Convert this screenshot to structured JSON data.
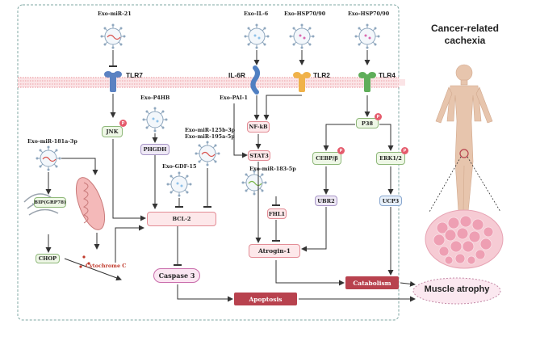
{
  "exosomes": {
    "mir21": "Exo-miR-21",
    "il6": "Exo-IL-6",
    "hsp_a": "Exo-HSP70/90",
    "hsp_b": "Exo-HSP70/90",
    "p4hb": "Exo-P4HB",
    "pai1": "Exo-PAI-1",
    "mir125b": "Exo-miR-125b-3p",
    "mir195a": "Exo-miR-195a-5p",
    "gdf15": "Exo-GDF-15",
    "mir181a": "Exo-miR-181a-3p",
    "mir183": "Exo-miR-183-5p"
  },
  "receptors": {
    "tlr7": "TLR7",
    "il6r": "IL-6R",
    "tlr2": "TLR2",
    "tlr4": "TLR4"
  },
  "nodes": {
    "jnk": "JNK",
    "phgdh": "PHGDH",
    "bcl2": "BCL-2",
    "bip": "BIP(GRP78)",
    "chop": "CHOP",
    "cytochrome": "Cytochrome C",
    "caspase": "Caspase 3",
    "apoptosis": "Apoptosis",
    "nfkb": "NF-kB",
    "stat3": "STAT3",
    "fhl1": "FHL1",
    "atrogin": "Atrogin-1",
    "p38": "P38",
    "cebp": "CEBP/β",
    "erk": "ERK1/2",
    "ubr2": "UBR2",
    "ucp3": "UCP3",
    "catabolism": "Catabolism",
    "atrophy": "Muscle atrophy"
  },
  "phospho_badge": "P",
  "title": {
    "line1": "Cancer-related",
    "line2": "cachexia"
  },
  "colors": {
    "apoptosis_box": "#b8424e",
    "membrane": "#e88a92",
    "dashed_border": "#7fa7a3",
    "tlr7": "#5b82c2",
    "il6r": "#4f7fc2",
    "tlr2": "#f0b24a",
    "tlr4": "#5fae5a"
  }
}
